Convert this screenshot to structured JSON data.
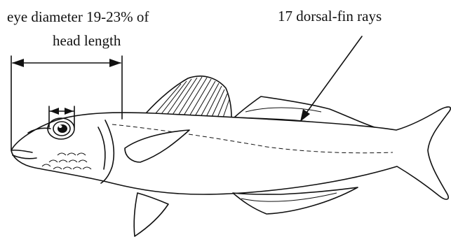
{
  "annotations": {
    "eye_diameter_line1": "eye diameter 19-23% of",
    "eye_diameter_line2": "head length",
    "dorsal_fin_rays": "17 dorsal-fin rays"
  },
  "colors": {
    "ink": "#111111",
    "background": "#ffffff"
  }
}
